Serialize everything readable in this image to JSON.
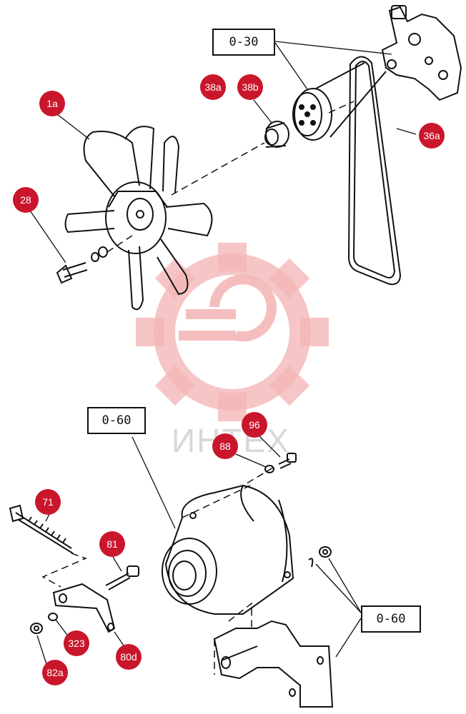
{
  "watermark": {
    "text": "ИНТЕХ",
    "logo": "gear-logo",
    "color": "#f2b5b5"
  },
  "colors": {
    "callout": "#c9162b",
    "line": "#111111"
  },
  "reference_boxes": [
    {
      "id": "ref-0-30",
      "label": "0-30"
    },
    {
      "id": "ref-0-60-top",
      "label": "0-60"
    },
    {
      "id": "ref-0-60-bottom",
      "label": "0-60"
    }
  ],
  "callouts": [
    {
      "id": "1a",
      "label": "1a"
    },
    {
      "id": "28",
      "label": "28"
    },
    {
      "id": "38a",
      "label": "38a"
    },
    {
      "id": "38b",
      "label": "38b"
    },
    {
      "id": "36a",
      "label": "36a"
    },
    {
      "id": "96",
      "label": "96"
    },
    {
      "id": "88",
      "label": "88"
    },
    {
      "id": "71",
      "label": "71"
    },
    {
      "id": "81",
      "label": "81"
    },
    {
      "id": "323",
      "label": "323"
    },
    {
      "id": "80d",
      "label": "80d"
    },
    {
      "id": "82a",
      "label": "82a"
    }
  ]
}
